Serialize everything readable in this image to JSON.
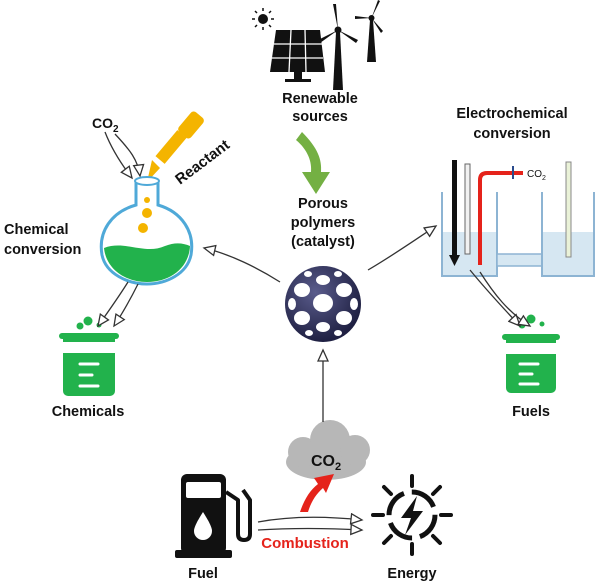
{
  "labels": {
    "renewable_line1": "Renewable",
    "renewable_line2": "sources",
    "porous_line1": "Porous",
    "porous_line2": "polymers",
    "porous_line3": "(catalyst)",
    "electro_line1": "Electrochemical",
    "electro_line2": "conversion",
    "chemical_line1": "Chemical",
    "chemical_line2": "conversion",
    "reactant": "Reactant",
    "co2_left_base": "CO",
    "co2_left_sub": "2",
    "co2_cell": "CO",
    "co2_cell_sub": "2",
    "co2_cloud_base": "CO",
    "co2_cloud_sub": "2",
    "chemicals": "Chemicals",
    "fuels": "Fuels",
    "fuel": "Fuel",
    "energy": "Energy",
    "combustion": "Combustion"
  },
  "icons": [
    "sun-icon",
    "solar-panel-icon",
    "wind-turbine-icon",
    "dropper-icon",
    "flask-icon",
    "beaker-icon",
    "electrochemical-cell-icon",
    "polymer-sphere-icon",
    "cloud-icon",
    "fuel-pump-icon",
    "energy-icon"
  ],
  "colors": {
    "green": "#22b24c",
    "arrow_green": "#74b043",
    "yellow": "#f4b400",
    "red": "#e5231b",
    "water_blue": "#d6e7f2",
    "cell_blue": "#8db4d3",
    "sphere": "#2e2f58",
    "cloud": "#b7b7b7"
  }
}
